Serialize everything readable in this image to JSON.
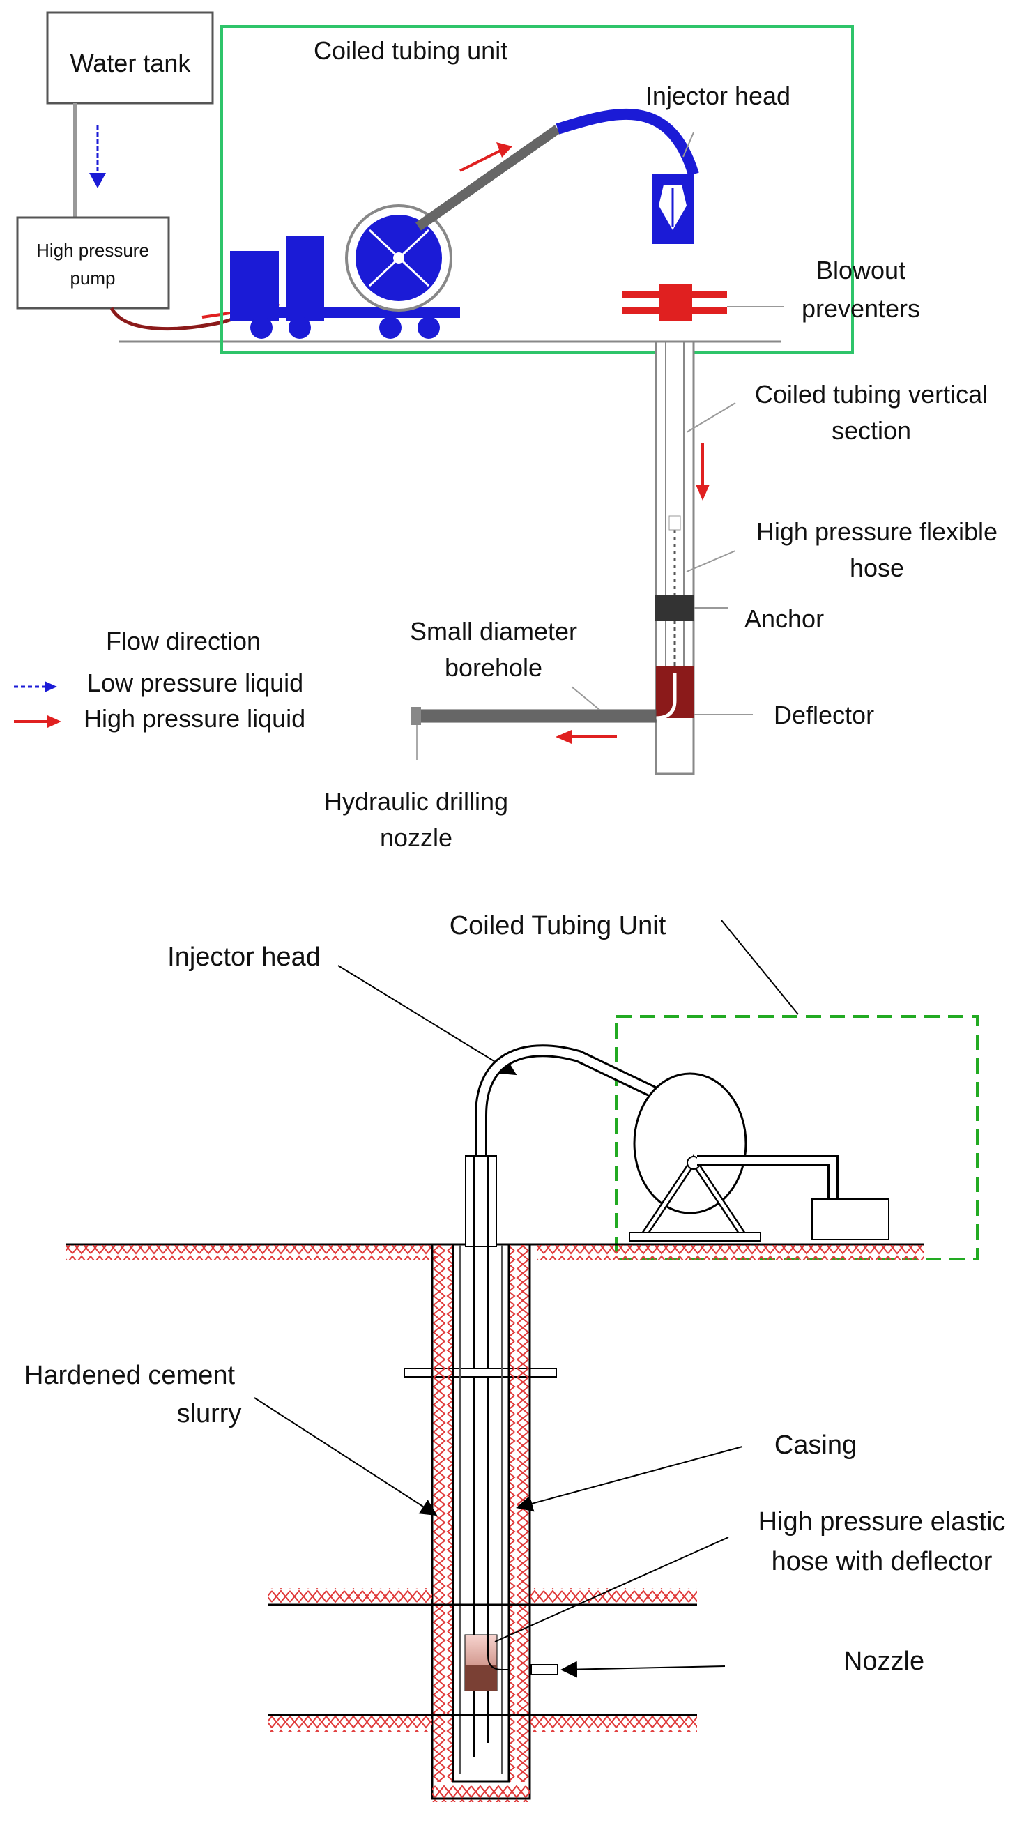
{
  "top": {
    "water_tank": "Water tank",
    "pump_line1": "High pressure",
    "pump_line2": "pump",
    "coiled_unit": "Coiled tubing unit",
    "injector_head": "Injector head",
    "blowout_1": "Blowout",
    "blowout_2": "preventers",
    "ct_vertical_1": "Coiled tubing vertical",
    "ct_vertical_2": "section",
    "hp_hose_1": "High pressure flexible",
    "hp_hose_2": "hose",
    "anchor": "Anchor",
    "small_dia_1": "Small diameter",
    "small_dia_2": "borehole",
    "deflector": "Deflector",
    "nozzle_1": "Hydraulic drilling",
    "nozzle_2": "nozzle",
    "legend_title": "Flow direction",
    "legend_low": "Low pressure liquid",
    "legend_high": "High pressure liquid"
  },
  "bottom": {
    "ctu": "Coiled Tubing Unit",
    "injector_head": "Injector head",
    "cement_1": "Hardened cement",
    "cement_2": "slurry",
    "casing": "Casing",
    "hose_1": "High pressure elastic",
    "hose_2": "hose with deflector",
    "nozzle": "Nozzle"
  },
  "colors": {
    "blue": "#1b1bd6",
    "red": "#e02020",
    "green_box": "#2fc46a",
    "dark_red": "#8b1a1a",
    "hatch": "#e03a3a",
    "dashed_green": "#22aa22"
  }
}
